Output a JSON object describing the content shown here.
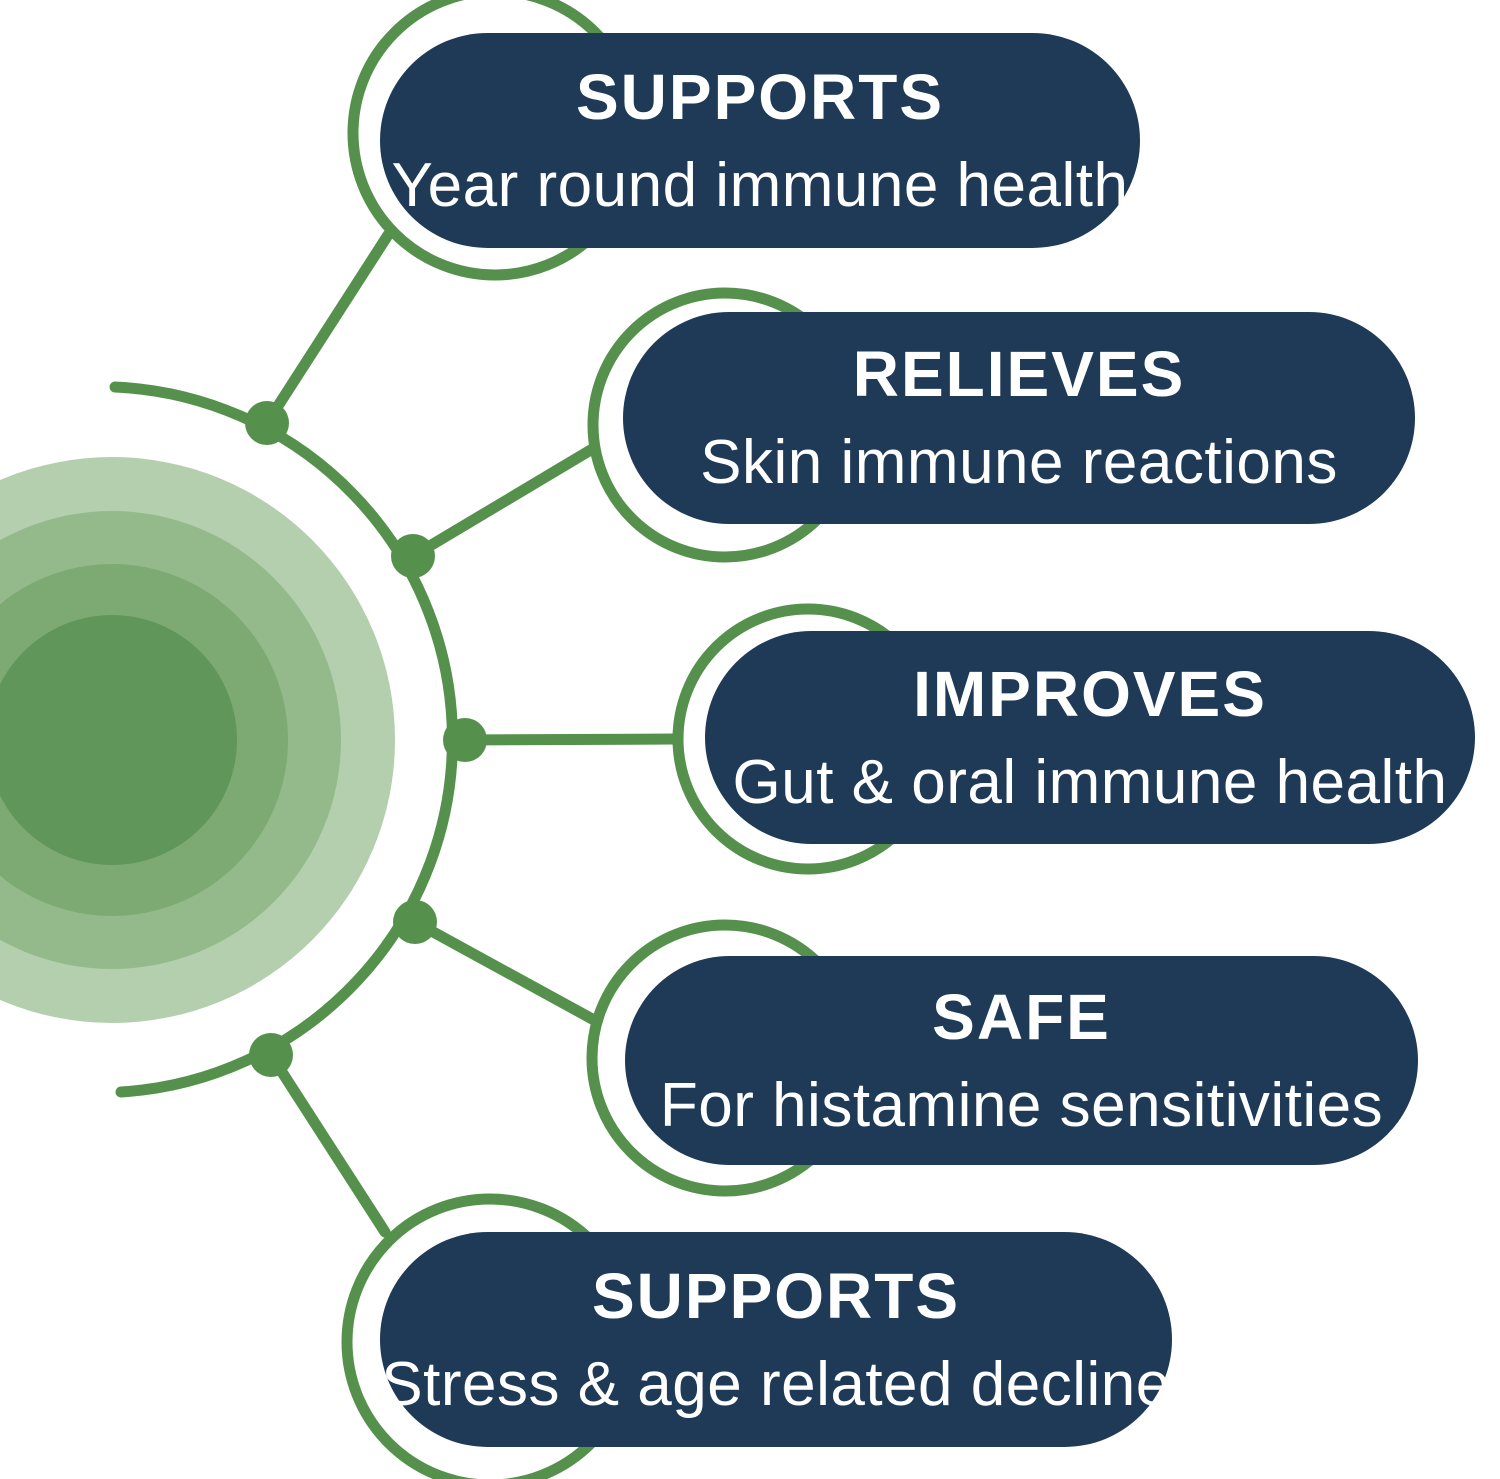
{
  "colors": {
    "pill_bg": "#1f3a57",
    "pill_text": "#ffffff",
    "stroke_green": "#55914c",
    "hub_inner": "#61965a",
    "hub_ring2": "#7daa73",
    "hub_ring3": "#94ba8c",
    "hub_outer": "#b4cfae",
    "background": "#ffffff"
  },
  "pills": [
    {
      "title": "SUPPORTS",
      "subtitle": "Year round immune health"
    },
    {
      "title": "RELIEVES",
      "subtitle": "Skin immune reactions"
    },
    {
      "title": "IMPROVES",
      "subtitle": "Gut & oral immune health"
    },
    {
      "title": "SAFE",
      "subtitle": "For histamine sensitivities"
    },
    {
      "title": "SUPPORTS",
      "subtitle": "Stress & age related decline"
    }
  ]
}
